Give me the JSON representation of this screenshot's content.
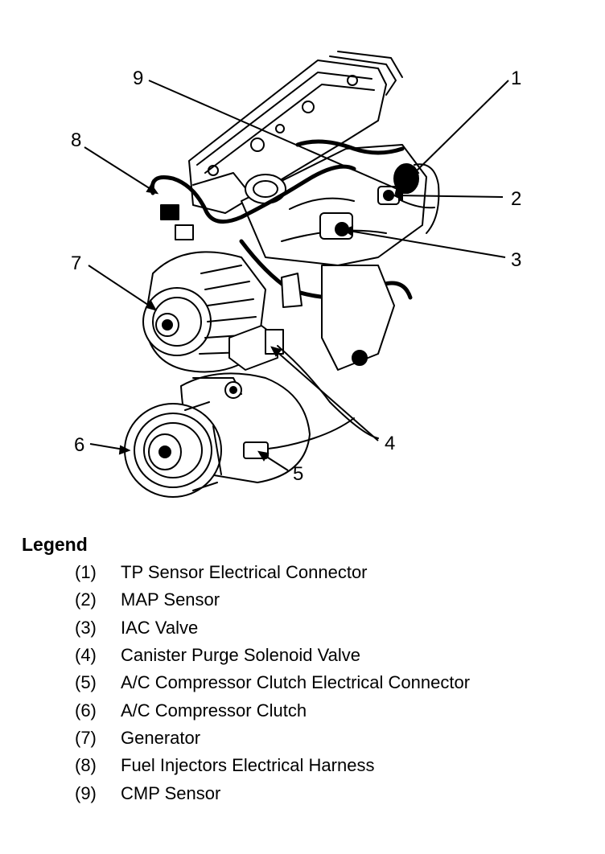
{
  "callouts": [
    "1",
    "2",
    "3",
    "4",
    "5",
    "6",
    "7",
    "8",
    "9"
  ],
  "legend": {
    "title": "Legend",
    "items": [
      {
        "num": "(1)",
        "label": "TP Sensor Electrical Connector"
      },
      {
        "num": "(2)",
        "label": "MAP Sensor"
      },
      {
        "num": "(3)",
        "label": "IAC Valve"
      },
      {
        "num": "(4)",
        "label": "Canister Purge Solenoid Valve"
      },
      {
        "num": "(5)",
        "label": "A/C Compressor Clutch Electrical Connector"
      },
      {
        "num": "(6)",
        "label": "A/C Compressor Clutch"
      },
      {
        "num": "(7)",
        "label": "Generator"
      },
      {
        "num": "(8)",
        "label": "Fuel Injectors Electrical Harness"
      },
      {
        "num": "(9)",
        "label": "CMP Sensor"
      }
    ]
  }
}
